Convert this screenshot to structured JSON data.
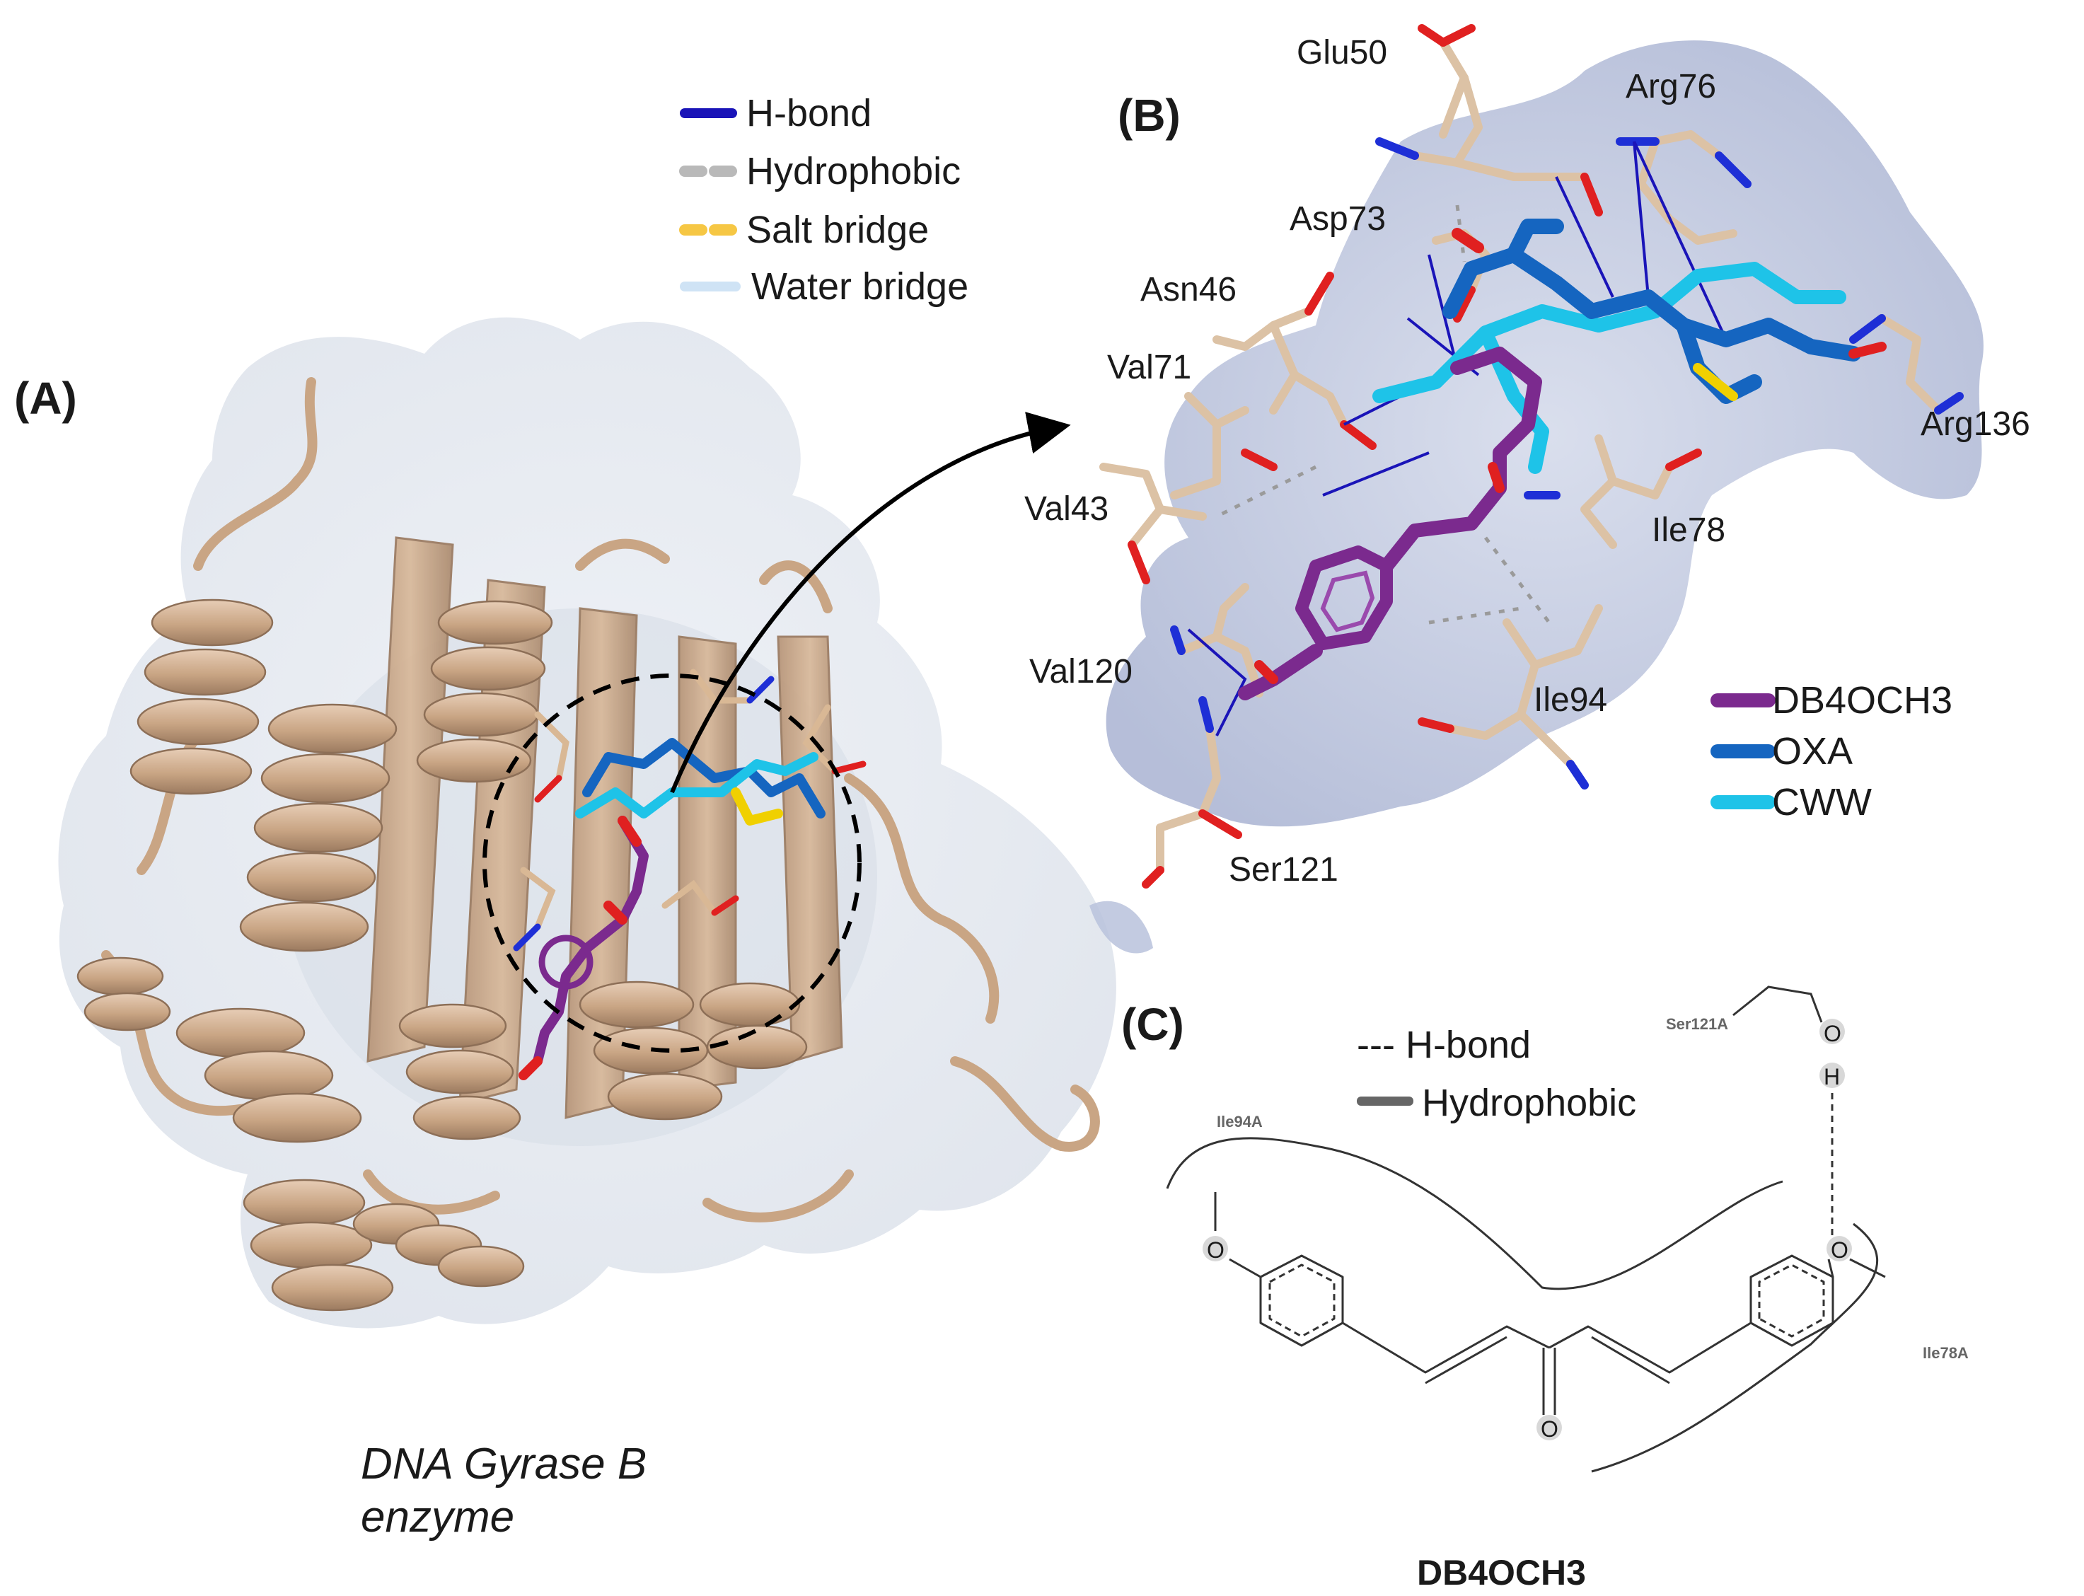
{
  "panels": {
    "a": "(A)",
    "b": "(B)",
    "c": "(C)"
  },
  "panel_a": {
    "caption_line1": "DNA Gyrase B",
    "caption_line2": "enzyme"
  },
  "legend_interactions": [
    {
      "label": "H-bond",
      "color": "#1a14b8",
      "style": "solid"
    },
    {
      "label": "Hydrophobic",
      "color": "#b9b9b9",
      "style": "dashed"
    },
    {
      "label": "Salt bridge",
      "color": "#f6c744",
      "style": "dashed"
    },
    {
      "label": "Water bridge",
      "color": "#cfe3f5",
      "style": "solid"
    }
  ],
  "residues_b": [
    "Glu50",
    "Arg76",
    "Asp73",
    "Asn46",
    "Val71",
    "Arg136",
    "Val43",
    "Ile78",
    "Val120",
    "Ile94",
    "Ser121"
  ],
  "legend_ligands": [
    {
      "label": "DB4OCH3",
      "color": "#7b2a8e"
    },
    {
      "label": "OXA",
      "color": "#1565c0"
    },
    {
      "label": "CWW",
      "color": "#1ec3e8"
    }
  ],
  "panel_c": {
    "legend": [
      {
        "label": "--- H-bond"
      },
      {
        "label": "Hydrophobic",
        "color": "#666666"
      }
    ],
    "residues": [
      "Ser121A",
      "Ile94A",
      "Ile78A"
    ],
    "atoms": [
      "O",
      "H",
      "O",
      "O",
      "O"
    ],
    "molecule_name": "DB4OCH3"
  },
  "colors": {
    "protein": "#cfae91",
    "protein_dark": "#a98a70",
    "surface": "#e4e9f1",
    "pocket": "#b9c2dc",
    "dbo": "#7b2a8e",
    "oxa": "#1565c0",
    "cww": "#1ec3e8",
    "nitrogen": "#1e2fd6",
    "oxygen": "#e02020",
    "sulfur": "#f0d000"
  }
}
